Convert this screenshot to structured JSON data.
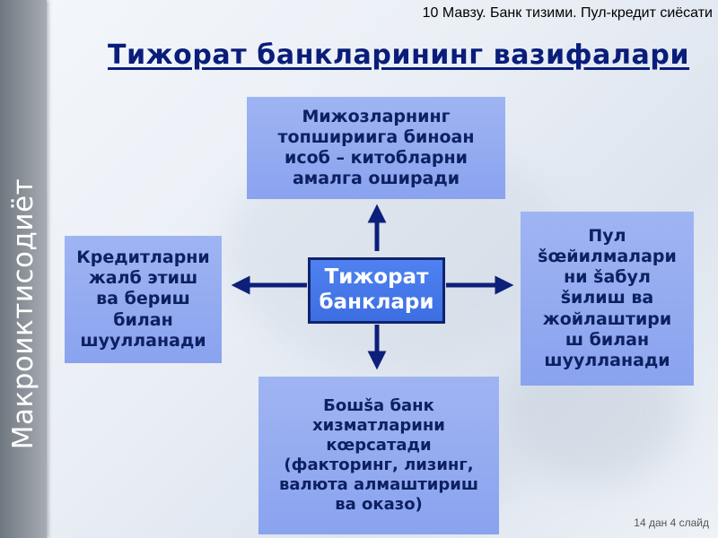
{
  "side_label": "Макроиктисодиёт",
  "topic_header": "10 Мавзу. Банк тизими. Пул-кредит сиёсати",
  "title": "Тижорат банкларининг вазифалари",
  "center_node": {
    "lines": [
      "Тижорат",
      "банклари"
    ]
  },
  "functions": {
    "top": {
      "lines": [
        "Мижозларнинг",
        "топшириига биноан",
        "исоб – китобларни",
        "амалга оширади"
      ]
    },
    "left": {
      "lines": [
        "Кредитларни",
        "жалб этиш",
        "ва бериш",
        "билан",
        "шуулланади"
      ]
    },
    "right": {
      "lines": [
        "Пул",
        "šœйилмалари",
        "ни šабул",
        "šилиш ва",
        "жойлаштири",
        "ш билан",
        "шуулланади"
      ]
    },
    "bottom": {
      "lines": [
        "Бошšа банк",
        "хизматларини",
        "кœрсатади",
        "(факторинг, лизинг,",
        "валюта алмаштириш",
        "ва оказо)"
      ]
    }
  },
  "footer": "14 дан 4 слайд",
  "colors": {
    "box_fill": "#8fa8f0",
    "box_text": "#0d2060",
    "center_fill": "#4577e8",
    "arrow": "#0e1f7a",
    "title": "#0a1d7a"
  }
}
